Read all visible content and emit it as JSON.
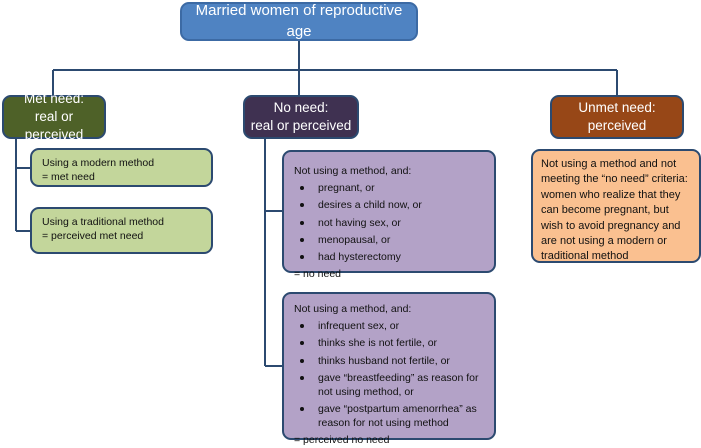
{
  "title": "Married women of reproductive age",
  "met": {
    "header": [
      "Met need:",
      "real or perceived"
    ],
    "box1": [
      "Using a modern method",
      "= met need"
    ],
    "box2": [
      "Using a traditional method",
      "= perceived met need"
    ]
  },
  "no_need": {
    "header": [
      "No need:",
      "real or perceived"
    ],
    "box1": {
      "intro": "Not using a method, and:",
      "items": [
        "pregnant, or",
        "desires a child now, or",
        "not having sex, or",
        "menopausal, or",
        "had hysterectomy"
      ],
      "footer": "= no need"
    },
    "box2": {
      "intro": "Not using a method, and:",
      "items": [
        "infrequent sex, or",
        "thinks she is not fertile, or",
        "thinks husband not fertile, or",
        "gave “breastfeeding” as reason for not using method, or",
        "gave “postpartum amenorrhea” as reason for not using method"
      ],
      "footer": "= perceived no need"
    }
  },
  "unmet": {
    "header": [
      "Unmet need:",
      "perceived"
    ],
    "box": "Not using a method and not meeting the “no need” criteria: women who realize that they can become pregnant, but wish to avoid pregnancy and are not using a modern or traditional method"
  }
}
